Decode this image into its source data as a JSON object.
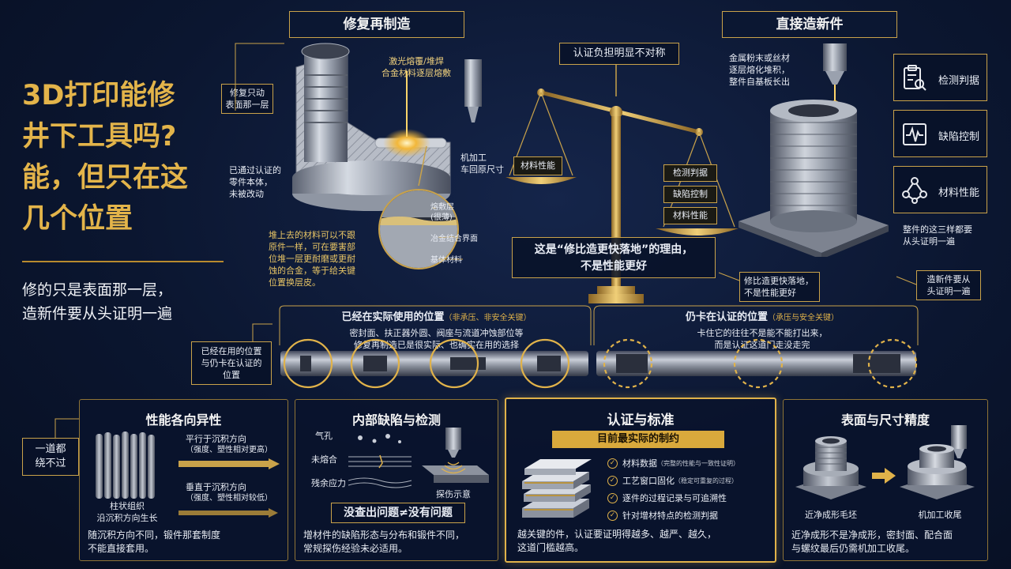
{
  "main_title": {
    "lines": [
      "3D打印能修",
      "井下工具吗?",
      "能，但只在这",
      "几个位置"
    ],
    "subtitle_lines": [
      "修的只是表面那一层，",
      "造新件要从头证明一遍"
    ]
  },
  "repair": {
    "title": "修复再制造",
    "label_surface": [
      "修复只动",
      "表面那一层"
    ],
    "label_laser": [
      "激光熔覆/堆焊",
      "合金材料逐层熔敷"
    ],
    "label_machining": [
      "机加工",
      "车回原尺寸"
    ],
    "label_body": [
      "已通过认证的",
      "零件本体，",
      "未被改动"
    ],
    "layer_cladding": [
      "熔敷层",
      "(很薄)"
    ],
    "layer_interface": "冶金结合界面",
    "layer_base": "基体材料",
    "note": [
      "堆上去的材料可以不跟",
      "原件一样，可在要害部",
      "位堆一层更耐磨或更耐",
      "蚀的合金，等于给关键",
      "位置换层皮。"
    ]
  },
  "scale": {
    "label_top": "认证负担明显不对称",
    "left_pan": "材料性能",
    "right_pan": [
      "检测判据",
      "缺陷控制",
      "材料性能"
    ],
    "reason": [
      "这是“修比造更快落地”的理由，",
      "不是性能更好"
    ],
    "side_note": [
      "修比造更快落地，",
      "不是性能更好"
    ]
  },
  "new_part": {
    "title": "直接造新件",
    "label_process": [
      "金属粉末或丝材",
      "逐层熔化堆积，",
      "整件自基板长出"
    ],
    "items": [
      {
        "icon": "clipboard-search-icon",
        "label": "检测判据"
      },
      {
        "icon": "waveform-icon",
        "label": "缺陷控制"
      },
      {
        "icon": "molecule-icon",
        "label": "材料性能"
      }
    ],
    "items_note": [
      "整件的这三样都要",
      "从头证明一遍"
    ],
    "side_note": [
      "造新件要从",
      "头证明一遍"
    ]
  },
  "positions": {
    "side_label": [
      "已经在用的位置",
      "与仍卡在认证的",
      "位置"
    ],
    "in_use_title": "已经在实际使用的位置",
    "in_use_qual": "（非承压、非安全关键）",
    "in_use_desc": [
      "密封面、扶正器外圆、阀座与流道冲蚀部位等",
      "修复再制造已是很实际、也确实在用的选择"
    ],
    "stuck_title": "仍卡在认证的位置",
    "stuck_qual": "（承压与安全关键）",
    "stuck_desc": [
      "卡住它的往往不是能不能打出来，",
      "而是认证这道门走没走完"
    ]
  },
  "hurdle_label": [
    "一道都",
    "绕不过"
  ],
  "panels": {
    "anisotropy": {
      "title": "性能各向异性",
      "parallel": [
        "平行于沉积方向",
        "（强度、塑性相对更高）"
      ],
      "perpendicular": [
        "垂直于沉积方向",
        "（强度、塑性相对较低）"
      ],
      "columnar": [
        "柱状组织",
        "沿沉积方向生长"
      ],
      "caption": [
        "随沉积方向不同，锻件那套制度",
        "不能直接套用。"
      ]
    },
    "defects": {
      "title": "内部缺陷与检测",
      "pores": "气孔",
      "lack_fusion": "未熔合",
      "residual": "残余应力",
      "ut_label": "探伤示意",
      "banner": "没查出问题≠没有问题",
      "caption": [
        "增材件的缺陷形态与分布和锻件不同，",
        "常规探伤经验未必适用。"
      ]
    },
    "certification": {
      "title": "认证与标准",
      "banner": "目前最实际的制约",
      "checks": [
        {
          "main": "材料数据",
          "sub": "（完整的性能与一致性证明）"
        },
        {
          "main": "工艺窗口固化",
          "sub": "（稳定可重复的过程）"
        },
        {
          "main": "逐件的过程记录与可追溯性",
          "sub": ""
        },
        {
          "main": "针对增材特点的检测判据",
          "sub": ""
        }
      ],
      "caption": [
        "越关键的件，认证要证明得越多、越严、越久，",
        "这道门槛越高。"
      ]
    },
    "precision": {
      "title": "表面与尺寸精度",
      "near_net": "近净成形毛坯",
      "machined": "机加工收尾",
      "caption": [
        "近净成形不是净成形，密封面、配合面",
        "与螺纹最后仍需机加工收尾。"
      ]
    }
  },
  "colors": {
    "gold": "#c9a24a",
    "gold_bright": "#e0b24a",
    "navy": "#0b1630"
  }
}
